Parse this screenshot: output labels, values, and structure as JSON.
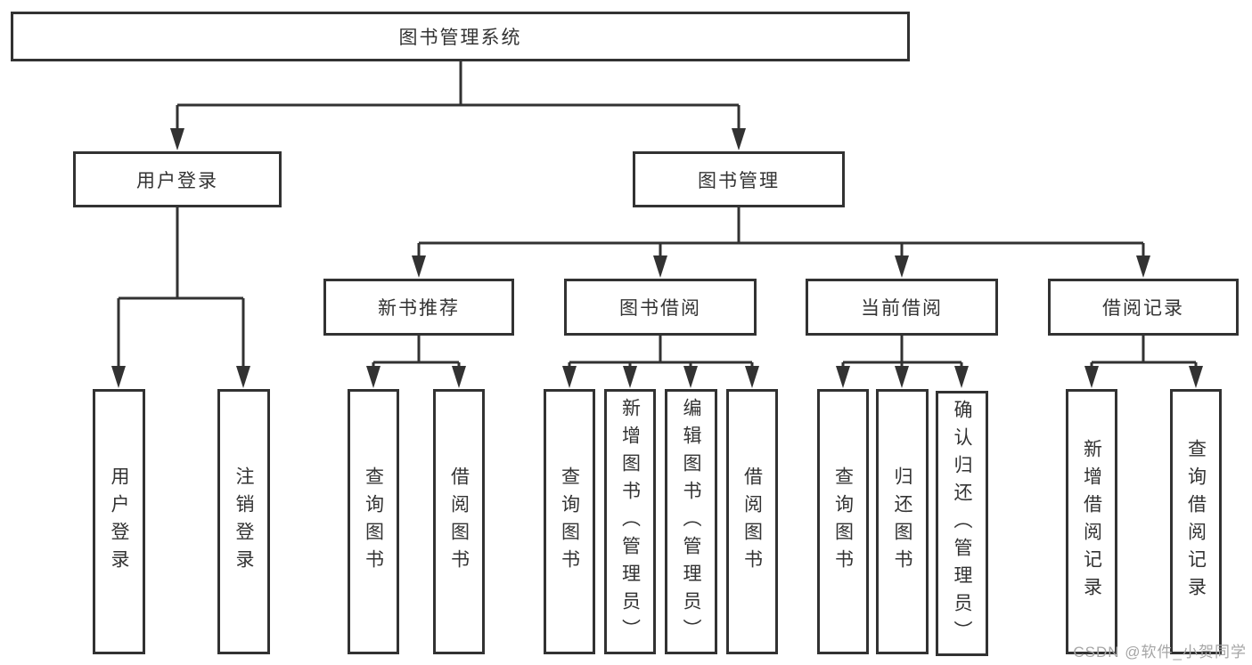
{
  "diagram_title": "图书管理系统",
  "colors": {
    "line": "#323232",
    "text": "#333333",
    "background": "#ffffff",
    "watermark": "#a6a6a6"
  },
  "root": {
    "label": "图书管理系统"
  },
  "level2": {
    "user_login": {
      "label": "用户登录"
    },
    "book_mgmt": {
      "label": "图书管理"
    }
  },
  "level3": {
    "new_books": {
      "label": "新书推荐"
    },
    "borrow": {
      "label": "图书借阅"
    },
    "current": {
      "label": "当前借阅"
    },
    "records": {
      "label": "借阅记录"
    }
  },
  "leaves": {
    "login": {
      "label": "用户登录"
    },
    "logout": {
      "label": "注销登录"
    },
    "nb_query": {
      "label": "查询图书"
    },
    "nb_borrow": {
      "label": "借阅图书"
    },
    "bw_query": {
      "label": "查询图书"
    },
    "bw_add": {
      "label": "新增图书（管理员）"
    },
    "bw_edit": {
      "label": "编辑图书（管理员）"
    },
    "bw_lend": {
      "label": "借阅图书"
    },
    "cur_query": {
      "label": "查询图书"
    },
    "cur_return": {
      "label": "归还图书"
    },
    "cur_confirm": {
      "label": "确认归还（管理员）"
    },
    "rec_add": {
      "label": "新增借阅记录"
    },
    "rec_query": {
      "label": "查询借阅记录"
    }
  },
  "watermark": "CSDN @软件_小贺同学"
}
